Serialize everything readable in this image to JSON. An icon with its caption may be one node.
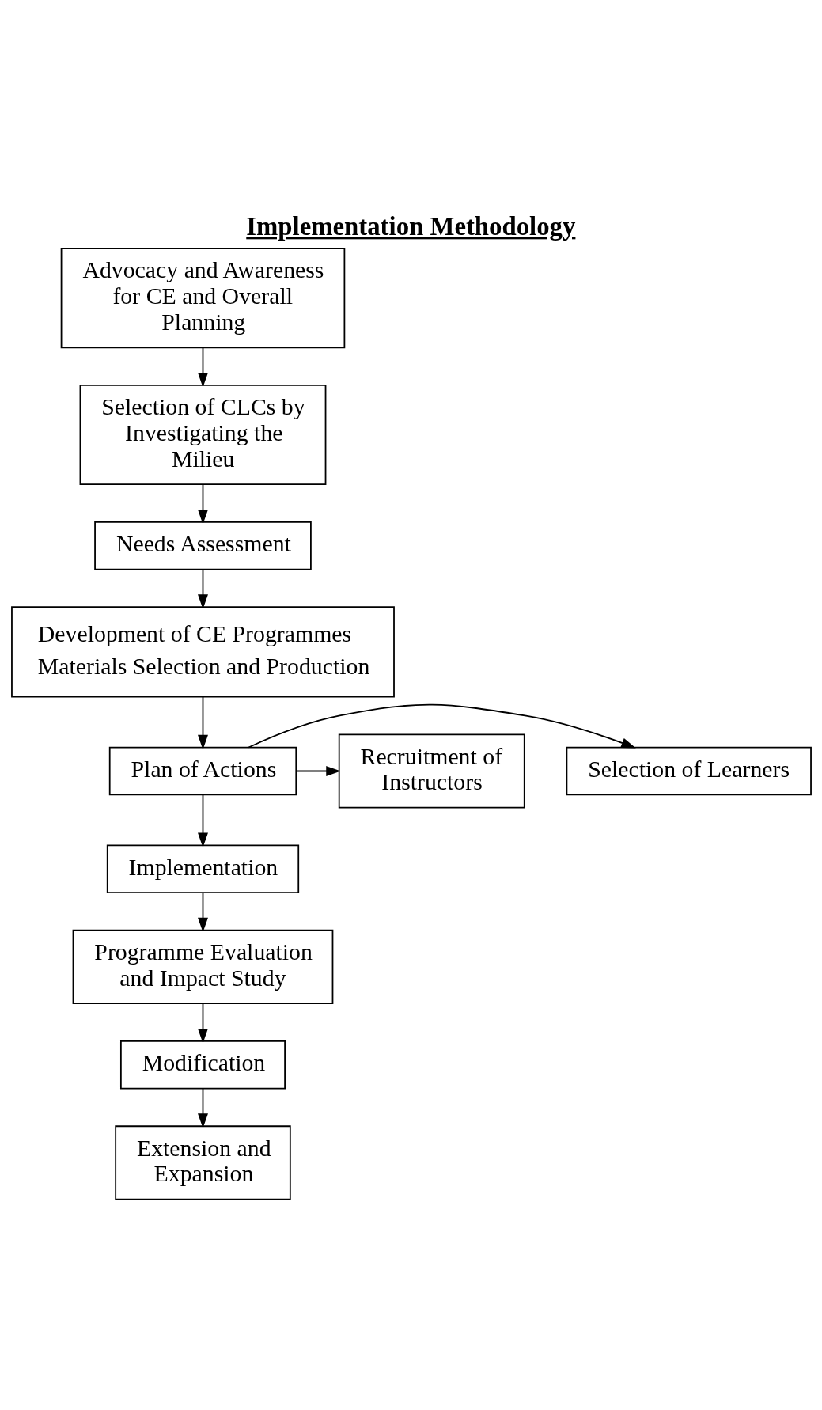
{
  "diagram": {
    "title": "Implementation Methodology",
    "nodes": [
      {
        "text": [
          "Advocacy and Awareness for CE and Overall Planning"
        ]
      },
      {
        "text": [
          "Selection of CLCs by Investigating the Milieu"
        ]
      },
      {
        "text": [
          "Needs Assessment"
        ]
      },
      {
        "text": [
          "Development of CE Programmes",
          "Materials Selection and Production"
        ]
      },
      {
        "text": [
          "Plan of Actions"
        ]
      },
      {
        "text": [
          "Selection of Learners"
        ]
      },
      {
        "text": [
          "Recruitment of Instructors"
        ]
      },
      {
        "text": [
          "Implementation"
        ]
      },
      {
        "text": [
          "Programme Evaluation and Impact Study"
        ]
      },
      {
        "text": [
          "Modification"
        ]
      },
      {
        "text": [
          "Extension and Expansion"
        ]
      }
    ],
    "edges": [
      {
        "from": 0,
        "to": 1,
        "arrow": "to"
      },
      {
        "from": 1,
        "to": 2,
        "arrow": "to"
      },
      {
        "from": 2,
        "to": 3,
        "arrow": "to"
      },
      {
        "from": 3,
        "to": 4,
        "arrow": "to"
      },
      {
        "from": 4,
        "to": 5,
        "arrow": "to"
      },
      {
        "from": 4,
        "to": 6,
        "arrow": "to"
      },
      {
        "from": 4,
        "to": 7,
        "arrow": "to"
      },
      {
        "from": 7,
        "to": 8,
        "arrow": "to"
      },
      {
        "from": 8,
        "to": 9,
        "arrow": "to"
      },
      {
        "from": 9,
        "to": 10,
        "arrow": "to"
      }
    ]
  }
}
